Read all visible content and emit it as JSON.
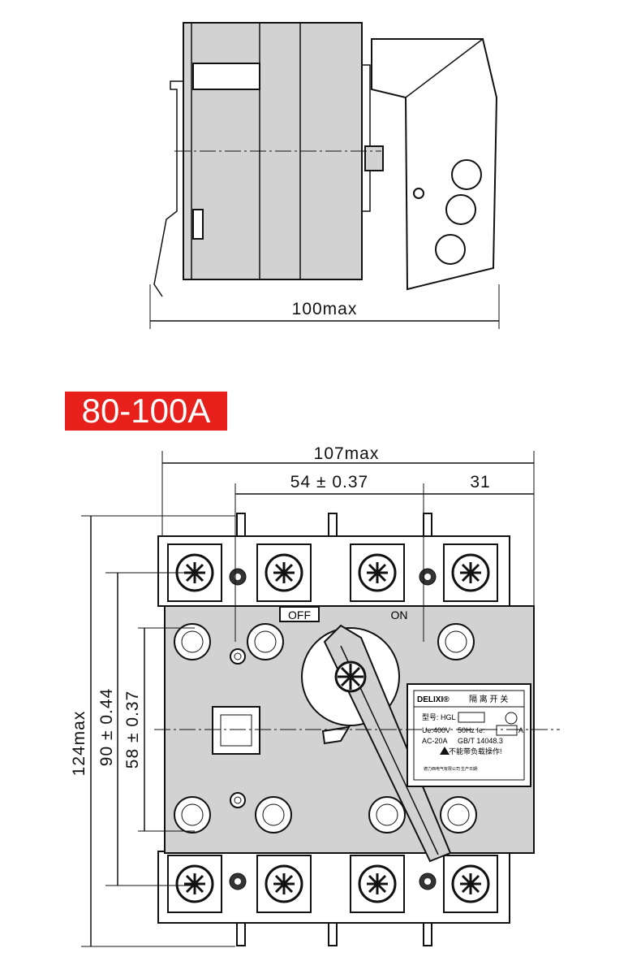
{
  "side_view": {
    "width_label": "100max"
  },
  "front_view": {
    "rating_label": "80-100A",
    "width_label": "107max",
    "pole_pitch_label": "54 ± 0.37",
    "edge_label": "31",
    "height_label": "124max",
    "mount_height_label": "90 ± 0.44",
    "inner_height_label": "58 ± 0.37",
    "off_label": "OFF",
    "on_label": "ON",
    "nameplate": {
      "brand": "DELIXI®",
      "title": "隔 离 开 关",
      "model": "型号: HGL",
      "voltage": "Ue:400V",
      "freq": "50Hz  Ie:",
      "unit": "A",
      "category": "AC-20A",
      "standard": "GB/T 14048.3",
      "warning": "不能带负载操作!",
      "maker": "德力西电气有限公司",
      "date": "生产日期:"
    }
  }
}
